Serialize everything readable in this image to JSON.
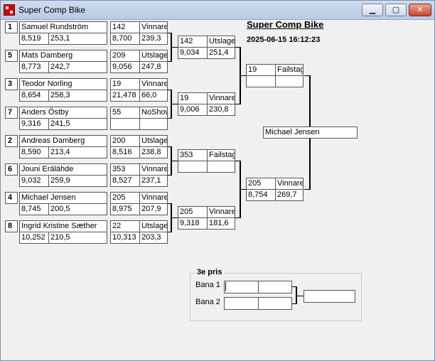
{
  "window": {
    "title": "Super Comp Bike"
  },
  "heading": "Super Comp Bike",
  "datetime": "2025-06-15 16:12:23",
  "round1": [
    {
      "seed": "1",
      "name": "Samuel Rundström",
      "a": "8,519",
      "b": "253,1",
      "num": "142",
      "status": "Vinnare",
      "t1": "8,700",
      "t2": "239,3"
    },
    {
      "seed": "5",
      "name": "Mats Damberg",
      "a": "8,773",
      "b": "242,7",
      "num": "209",
      "status": "Utslagen",
      "t1": "9,056",
      "t2": "247,8"
    },
    {
      "seed": "3",
      "name": "Teodor Norling",
      "a": "8,654",
      "b": "258,3",
      "num": "19",
      "status": "Vinnare",
      "t1": "21,478",
      "t2": "66,0"
    },
    {
      "seed": "7",
      "name": "Anders Östby",
      "a": "9,316",
      "b": "241,5",
      "num": "55",
      "status": "NoShow",
      "t1": "",
      "t2": ""
    },
    {
      "seed": "2",
      "name": "Andreas Damberg",
      "a": "8,590",
      "b": "213,4",
      "num": "200",
      "status": "Utslagen",
      "t1": "8,516",
      "t2": "238,8"
    },
    {
      "seed": "6",
      "name": "Jouni Erälähde",
      "a": "9,032",
      "b": "259,9",
      "num": "353",
      "status": "Vinnare",
      "t1": "8,527",
      "t2": "237,1"
    },
    {
      "seed": "4",
      "name": "Michael Jensen",
      "a": "8,745",
      "b": "200,5",
      "num": "205",
      "status": "Vinnare",
      "t1": "8,975",
      "t2": "207,9"
    },
    {
      "seed": "8",
      "name": "Ingrid Kristine Sæther",
      "a": "10,252",
      "b": "210,5",
      "num": "22",
      "status": "Utslagen",
      "t1": "10,313",
      "t2": "203,3"
    }
  ],
  "quarter": [
    {
      "num": "142",
      "status": "Utslagen",
      "t1": "9,034",
      "t2": "251,4"
    },
    {
      "num": "19",
      "status": "Vinnare",
      "t1": "9,006",
      "t2": "230,8"
    },
    {
      "num": "353",
      "status": "Failstage",
      "t1": "",
      "t2": ""
    },
    {
      "num": "205",
      "status": "Vinnare",
      "t1": "9,318",
      "t2": "181,6"
    }
  ],
  "semi": [
    {
      "num": "19",
      "status": "Failstage",
      "t1": "",
      "t2": ""
    },
    {
      "num": "205",
      "status": "Vinnare",
      "t1": "8,754",
      "t2": "269,7"
    }
  ],
  "winner": "Michael Jensen",
  "third": {
    "title": "3e pris",
    "lane1": "Bana 1",
    "lane2": "Bana 2"
  }
}
